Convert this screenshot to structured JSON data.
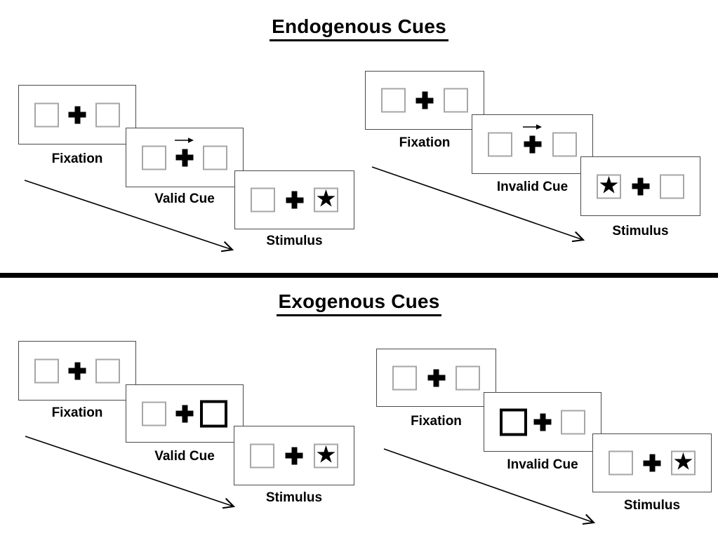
{
  "colors": {
    "panel_border": "#4a4a4a",
    "square_border": "#a6a6a6",
    "ink": "#000000",
    "background": "#ffffff"
  },
  "icons": {
    "star": "★"
  },
  "sections": {
    "endogenous": {
      "title": "Endogenous Cues",
      "valid": {
        "labels": {
          "fixation": "Fixation",
          "cue": "Valid Cue",
          "stimulus": "Stimulus"
        },
        "cue_type": "central-arrow-right",
        "stimulus_star_side": "right"
      },
      "invalid": {
        "labels": {
          "fixation": "Fixation",
          "cue": "Invalid Cue",
          "stimulus": "Stimulus"
        },
        "cue_type": "central-arrow-right",
        "stimulus_star_side": "left"
      }
    },
    "exogenous": {
      "title": "Exogenous Cues",
      "valid": {
        "labels": {
          "fixation": "Fixation",
          "cue": "Valid Cue",
          "stimulus": "Stimulus"
        },
        "cue_type": "peripheral-box-right",
        "stimulus_star_side": "right"
      },
      "invalid": {
        "labels": {
          "fixation": "Fixation",
          "cue": "Invalid Cue",
          "stimulus": "Stimulus"
        },
        "cue_type": "peripheral-box-left",
        "stimulus_star_side": "right"
      }
    }
  }
}
